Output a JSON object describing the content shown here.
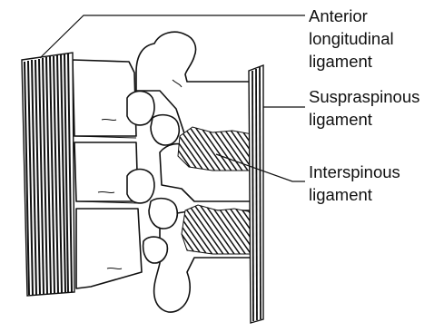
{
  "labels": {
    "anterior_line1": "Anterior",
    "anterior_line2": "longitudinal",
    "anterior_line3": "ligament",
    "supraspinous_line1": "Suspraspinous",
    "supraspinous_line2": "ligament",
    "interspinous_line1": "Interspinous",
    "interspinous_line2": "ligament"
  },
  "colors": {
    "ink": "#111111",
    "paper": "#ffffff"
  }
}
